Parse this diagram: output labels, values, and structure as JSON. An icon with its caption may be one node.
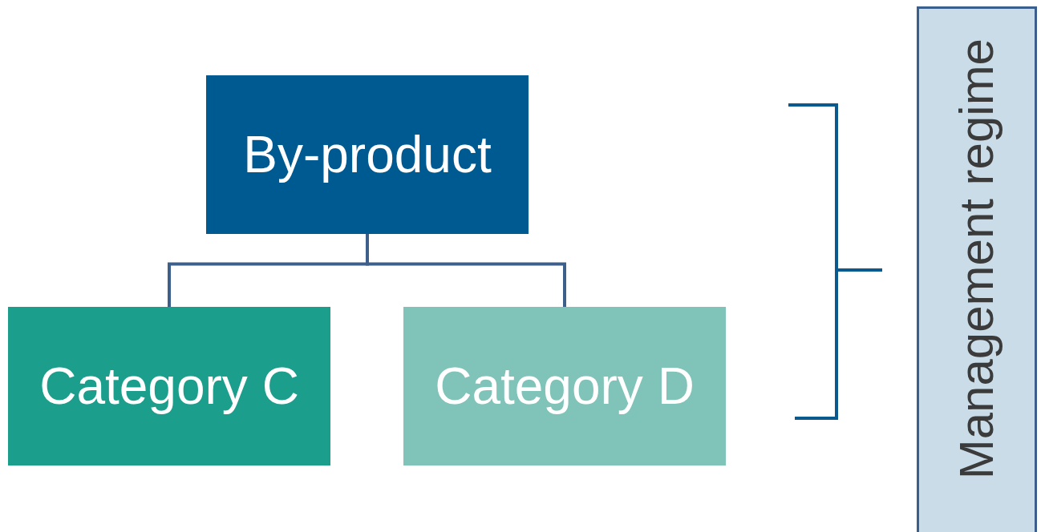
{
  "diagram": {
    "nodes": [
      {
        "text": [
          "By-product"
        ]
      },
      {
        "text": [
          "Category C"
        ]
      },
      {
        "text": [
          "Category D"
        ]
      },
      {
        "text": [
          "Management regime"
        ]
      }
    ],
    "edges": [
      {
        "from": 0,
        "to": 1,
        "arrow": "none"
      },
      {
        "from": 0,
        "to": 2,
        "arrow": "none"
      }
    ]
  }
}
